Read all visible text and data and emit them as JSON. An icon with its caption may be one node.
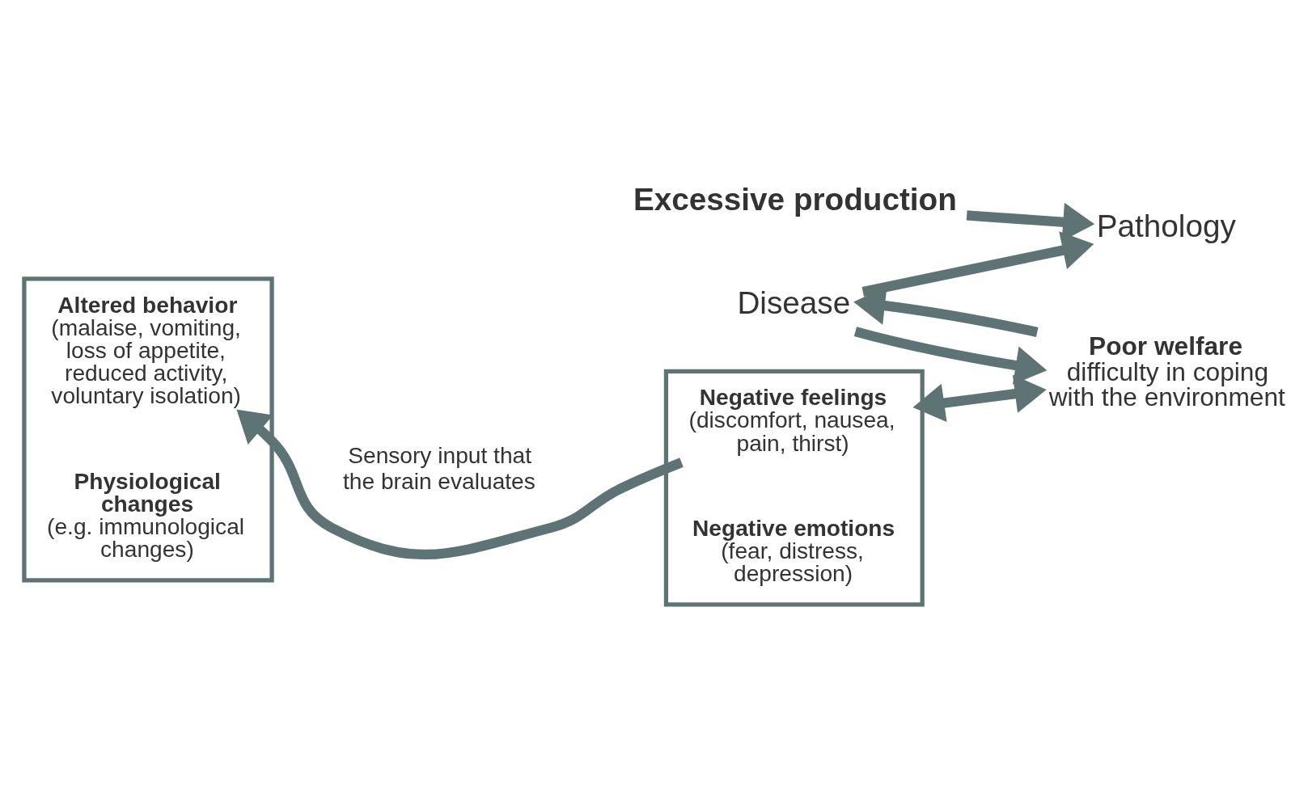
{
  "diagram": {
    "nodes": [
      {
        "text": [
          "Disease"
        ]
      },
      {
        "text": [
          "Excessive production"
        ]
      },
      {
        "text": [
          "Pathology"
        ]
      },
      {
        "text": [],
        "shape": "bracket"
      },
      {
        "text": [
          "Altered behavior",
          "(malaise, vomiting, loss of appetite, reduced activity, voluntary isolation)"
        ],
        "in": 3
      },
      {
        "text": [
          "Physiological changes",
          "(e.g. immunological changes)"
        ],
        "in": 3
      },
      {
        "text": [
          "Sensory input that the brain evaluates"
        ]
      },
      {
        "text": [],
        "shape": "bracket"
      },
      {
        "text": [
          "Negative feelings",
          "(discomfort, nausea, pain, thirst)"
        ],
        "in": 7
      },
      {
        "text": [
          "Negative emotions",
          "(fear, distress, depression)"
        ],
        "in": 7
      },
      {
        "text": [
          "Poor welfare",
          "difficulty in coping with the environment"
        ]
      }
    ],
    "edges": [
      {
        "from": 0,
        "to": 2,
        "arrow": "to"
      },
      {
        "from": 1,
        "to": 2,
        "arrow": "to"
      },
      {
        "from": 8,
        "to": 4,
        "arrow": "to"
      },
      {
        "from": 0,
        "to": 10,
        "arrow": "to"
      },
      {
        "from": 10,
        "to": 0,
        "arrow": "to"
      },
      {
        "from": 7,
        "to": 10,
        "arrow": "both"
      }
    ]
  }
}
